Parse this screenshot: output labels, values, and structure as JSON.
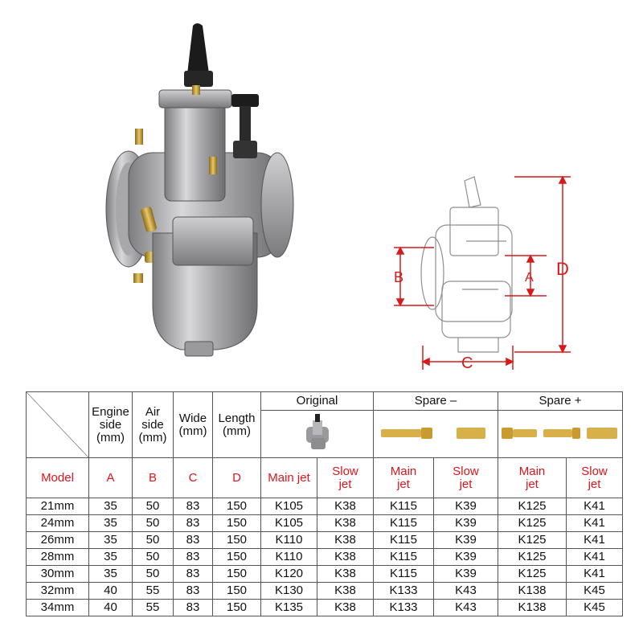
{
  "diagram": {
    "label_a": "A",
    "label_b": "B",
    "label_c": "C",
    "label_d": "D",
    "dimension_color": "#d61a1a"
  },
  "table": {
    "header": {
      "engine_side": "Engine side (mm)",
      "air_side": "Air side (mm)",
      "wide": "Wide (mm)",
      "length": "Length (mm)",
      "original": "Original",
      "spare_minus": "Spare –",
      "spare_plus": "Spare +",
      "model": "Model",
      "col_a": "A",
      "col_b": "B",
      "col_c": "C",
      "col_d": "D",
      "main_jet": "Main jet",
      "slow_jet": "Slow jet"
    },
    "accent_color": "#e1141b",
    "rows": [
      {
        "model": "21mm",
        "a": "35",
        "b": "50",
        "c": "83",
        "d": "150",
        "orig_main": "K105",
        "orig_slow": "K38",
        "minus_main": "K115",
        "minus_slow": "K39",
        "plus_main": "K125",
        "plus_slow": "K41"
      },
      {
        "model": "24mm",
        "a": "35",
        "b": "50",
        "c": "83",
        "d": "150",
        "orig_main": "K105",
        "orig_slow": "K38",
        "minus_main": "K115",
        "minus_slow": "K39",
        "plus_main": "K125",
        "plus_slow": "K41"
      },
      {
        "model": "26mm",
        "a": "35",
        "b": "50",
        "c": "83",
        "d": "150",
        "orig_main": "K110",
        "orig_slow": "K38",
        "minus_main": "K115",
        "minus_slow": "K39",
        "plus_main": "K125",
        "plus_slow": "K41"
      },
      {
        "model": "28mm",
        "a": "35",
        "b": "50",
        "c": "83",
        "d": "150",
        "orig_main": "K110",
        "orig_slow": "K38",
        "minus_main": "K115",
        "minus_slow": "K39",
        "plus_main": "K125",
        "plus_slow": "K41"
      },
      {
        "model": "30mm",
        "a": "35",
        "b": "50",
        "c": "83",
        "d": "150",
        "orig_main": "K120",
        "orig_slow": "K38",
        "minus_main": "K115",
        "minus_slow": "K39",
        "plus_main": "K125",
        "plus_slow": "K41"
      },
      {
        "model": "32mm",
        "a": "40",
        "b": "55",
        "c": "83",
        "d": "150",
        "orig_main": "K130",
        "orig_slow": "K38",
        "minus_main": "K133",
        "minus_slow": "K43",
        "plus_main": "K138",
        "plus_slow": "K45"
      },
      {
        "model": "34mm",
        "a": "40",
        "b": "55",
        "c": "83",
        "d": "150",
        "orig_main": "K135",
        "orig_slow": "K38",
        "minus_main": "K133",
        "minus_slow": "K43",
        "plus_main": "K138",
        "plus_slow": "K45"
      }
    ]
  }
}
